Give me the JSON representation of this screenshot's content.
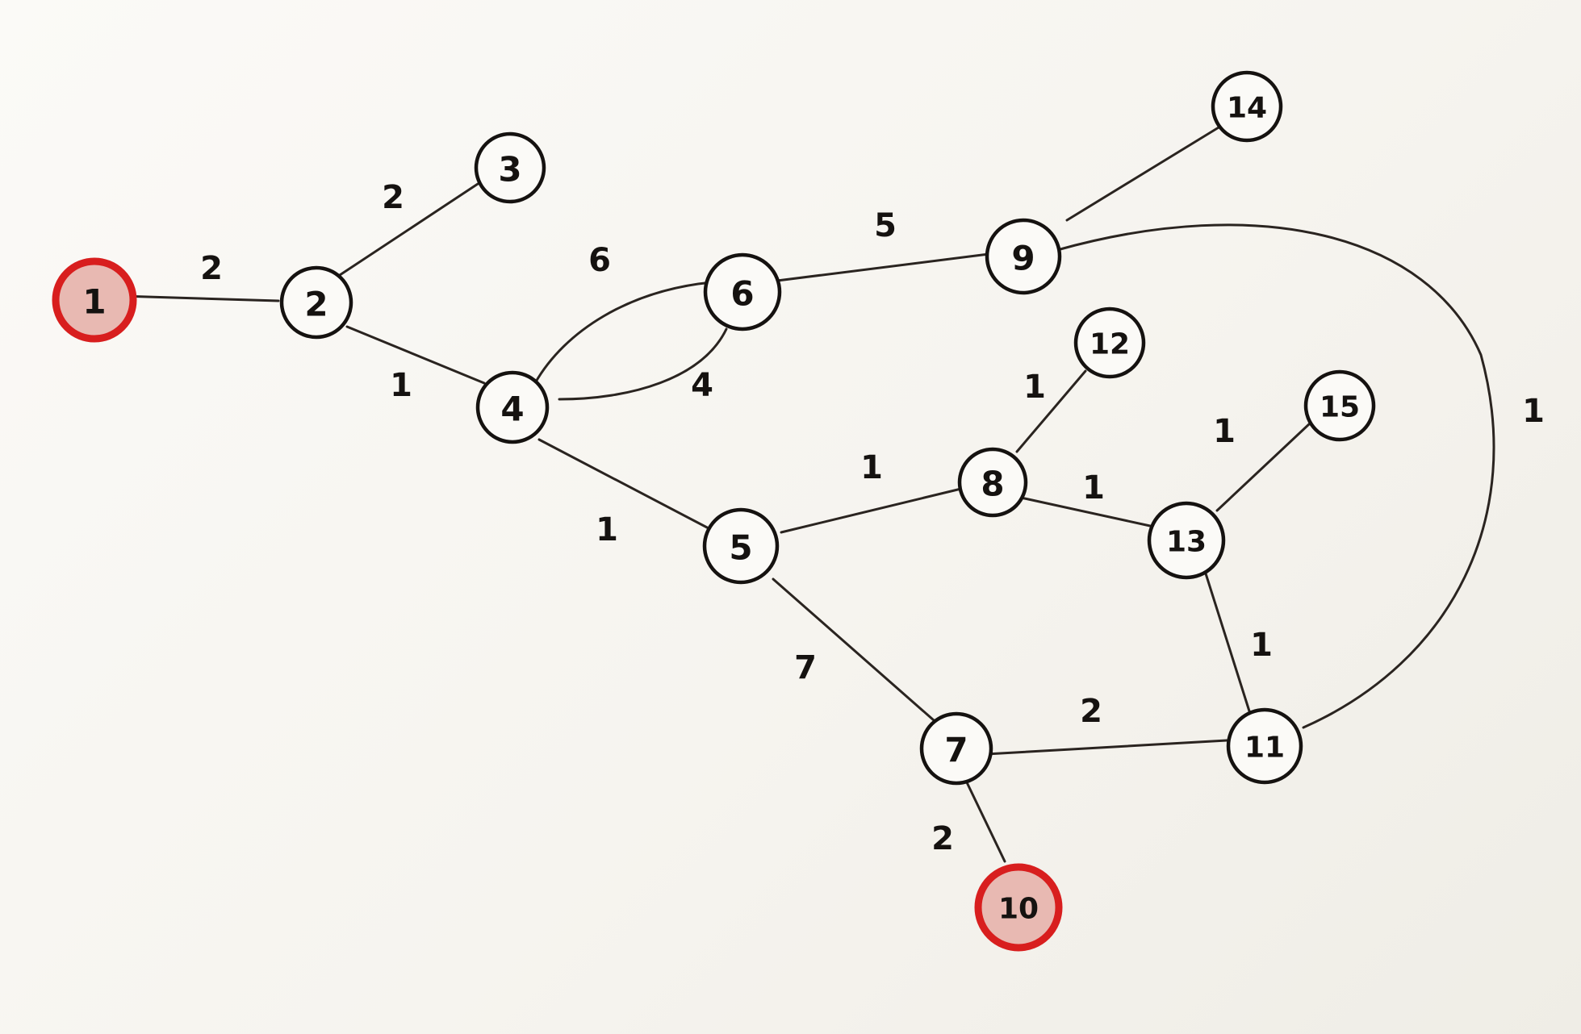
{
  "graph": {
    "highlight_color": "#d81e1e",
    "stroke_color": "#151210",
    "nodes": [
      {
        "id": "n1",
        "label": "1",
        "highlight": true
      },
      {
        "id": "n2",
        "label": "2",
        "highlight": false
      },
      {
        "id": "n3",
        "label": "3",
        "highlight": false
      },
      {
        "id": "n4",
        "label": "4",
        "highlight": false
      },
      {
        "id": "n5",
        "label": "5",
        "highlight": false
      },
      {
        "id": "n6",
        "label": "6",
        "highlight": false
      },
      {
        "id": "n7",
        "label": "7",
        "highlight": false
      },
      {
        "id": "n8",
        "label": "8",
        "highlight": false
      },
      {
        "id": "n9",
        "label": "9",
        "highlight": false
      },
      {
        "id": "n10",
        "label": "10",
        "highlight": true
      },
      {
        "id": "n11",
        "label": "11",
        "highlight": false
      },
      {
        "id": "n12",
        "label": "12",
        "highlight": false
      },
      {
        "id": "n13",
        "label": "13",
        "highlight": false
      },
      {
        "id": "n14",
        "label": "14",
        "highlight": false
      },
      {
        "id": "n15",
        "label": "15",
        "highlight": false
      }
    ],
    "edges": [
      {
        "from": "1",
        "to": "2",
        "weight": "2"
      },
      {
        "from": "2",
        "to": "3",
        "weight": "2"
      },
      {
        "from": "2",
        "to": "4",
        "weight": "1"
      },
      {
        "from": "4",
        "to": "6",
        "weight": "6"
      },
      {
        "from": "4",
        "to": "6",
        "weight": "4"
      },
      {
        "from": "6",
        "to": "9",
        "weight": "5"
      },
      {
        "from": "9",
        "to": "14",
        "weight": ""
      },
      {
        "from": "9",
        "to": "11",
        "weight": "1"
      },
      {
        "from": "4",
        "to": "5",
        "weight": "1"
      },
      {
        "from": "5",
        "to": "8",
        "weight": "1"
      },
      {
        "from": "8",
        "to": "12",
        "weight": "1"
      },
      {
        "from": "8",
        "to": "13",
        "weight": "1"
      },
      {
        "from": "13",
        "to": "15",
        "weight": "1"
      },
      {
        "from": "13",
        "to": "11",
        "weight": "1"
      },
      {
        "from": "5",
        "to": "7",
        "weight": "7"
      },
      {
        "from": "7",
        "to": "11",
        "weight": "2"
      },
      {
        "from": "7",
        "to": "10",
        "weight": "2"
      }
    ]
  }
}
